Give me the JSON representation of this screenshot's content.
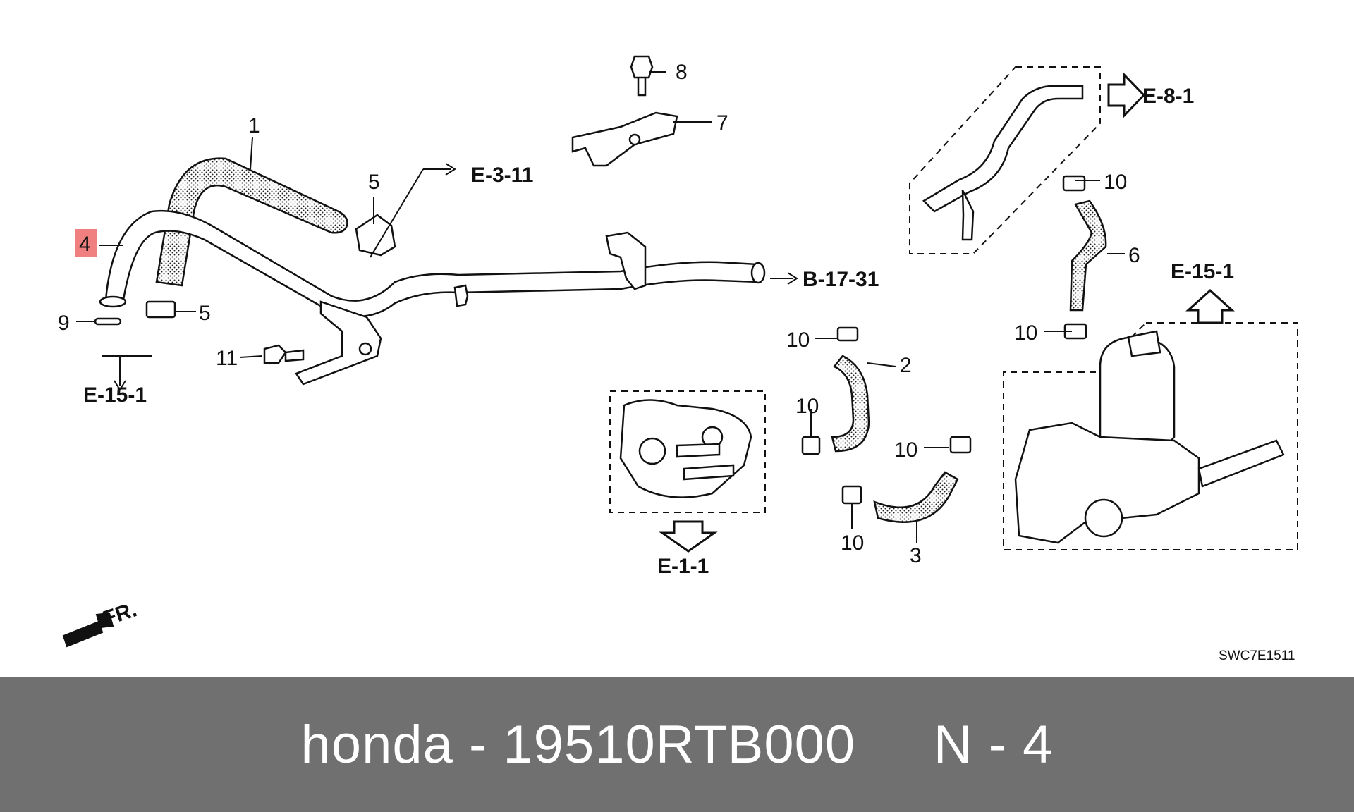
{
  "diagram": {
    "callouts": [
      "1",
      "2",
      "3",
      "4",
      "5",
      "5",
      "6",
      "7",
      "8",
      "9",
      "10",
      "10",
      "10",
      "10",
      "10",
      "10",
      "11"
    ],
    "references": [
      "E-3-11",
      "E-8-1",
      "B-17-31",
      "E-15-1",
      "E-15-1",
      "E-1-1"
    ],
    "front_indicator": "FR.",
    "diagram_code": "SWC7E1511",
    "highlighted_callout": "4",
    "highlight_color": "#f08080"
  },
  "footer": {
    "text": "honda - 19510RTB000     N - 4",
    "background_color": "#707070",
    "text_color": "#ffffff"
  }
}
